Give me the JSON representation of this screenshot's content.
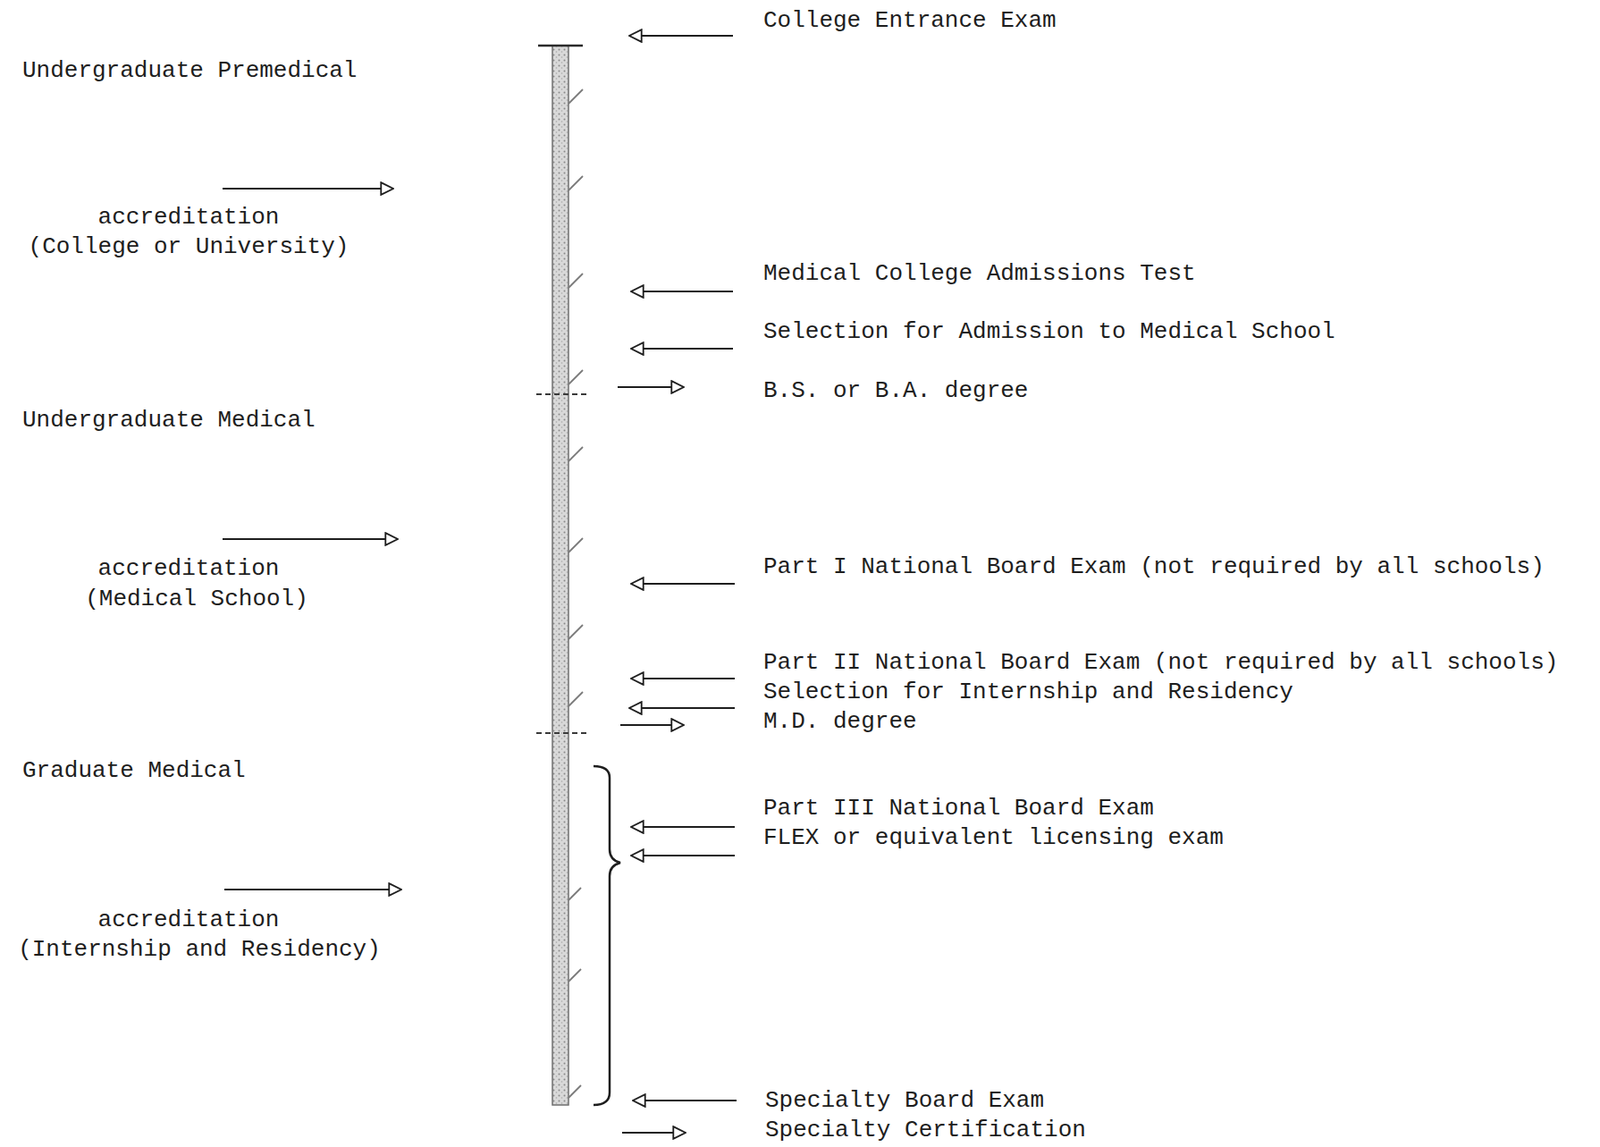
{
  "diagram": {
    "labels": [
      "College Entrance Exam",
      "Undergraduate Premedical",
      "accreditation",
      "(College or University)",
      "Medical College Admissions Test",
      "Selection for Admission to Medical School",
      "B.S. or B.A. degree",
      "Undergraduate Medical",
      "accreditation",
      "(Medical School)",
      "Part I National Board Exam (not required by all schools)",
      "Part II National Board Exam (not required by all schools)",
      "Selection for Internship and Residency",
      "M.D. degree",
      "Graduate Medical",
      "Part III National Board Exam",
      "FLEX or equivalent licensing exam",
      "accreditation",
      "(Internship and Residency)",
      "Specialty Board Exam",
      "Specialty Certification"
    ]
  }
}
